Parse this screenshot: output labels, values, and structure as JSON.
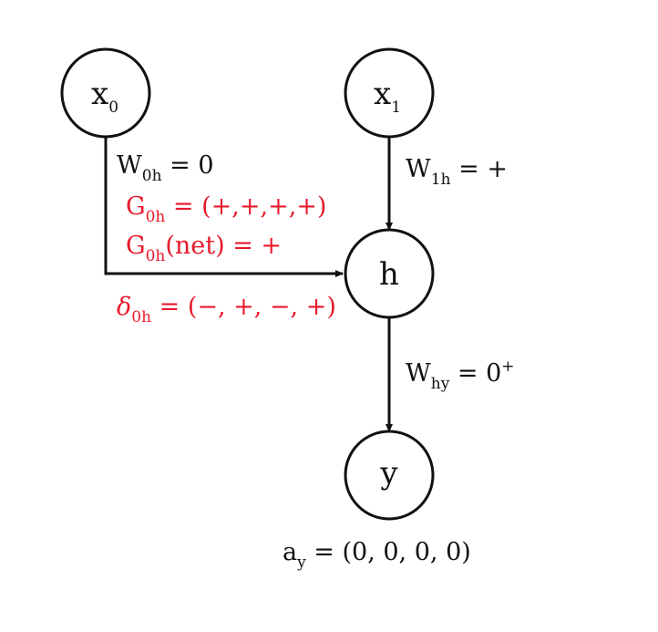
{
  "colors": {
    "stroke": "#111111",
    "text": "#111111",
    "highlight": "#e8192c",
    "background": "#ffffff"
  },
  "nodes": {
    "x0": {
      "base": "x",
      "sub": "0"
    },
    "x1": {
      "base": "x",
      "sub": "1"
    },
    "h": {
      "base": "h",
      "sub": ""
    },
    "y": {
      "base": "y",
      "sub": ""
    }
  },
  "weights": {
    "w0h": {
      "base": "W",
      "sub": "0h",
      "rest": " = 0"
    },
    "w1h": {
      "base": "W",
      "sub": "1h",
      "rest": " = +"
    },
    "why": {
      "base": "W",
      "sub": "hy",
      "rest": " = 0",
      "sup": "+"
    }
  },
  "gradients": {
    "g0h": {
      "base": "G",
      "sub": "0h",
      "rest": " = (+,+,+,+)"
    },
    "g0h_net": {
      "base": "G",
      "sub": "0h",
      "rest": "(net) = +"
    },
    "delta0h": {
      "base": "δ",
      "sub": "0h",
      "rest": " = (−, +, −, +)"
    }
  },
  "activation": {
    "base": "a",
    "sub": "y",
    "rest": " = (0, 0, 0, 0)"
  }
}
